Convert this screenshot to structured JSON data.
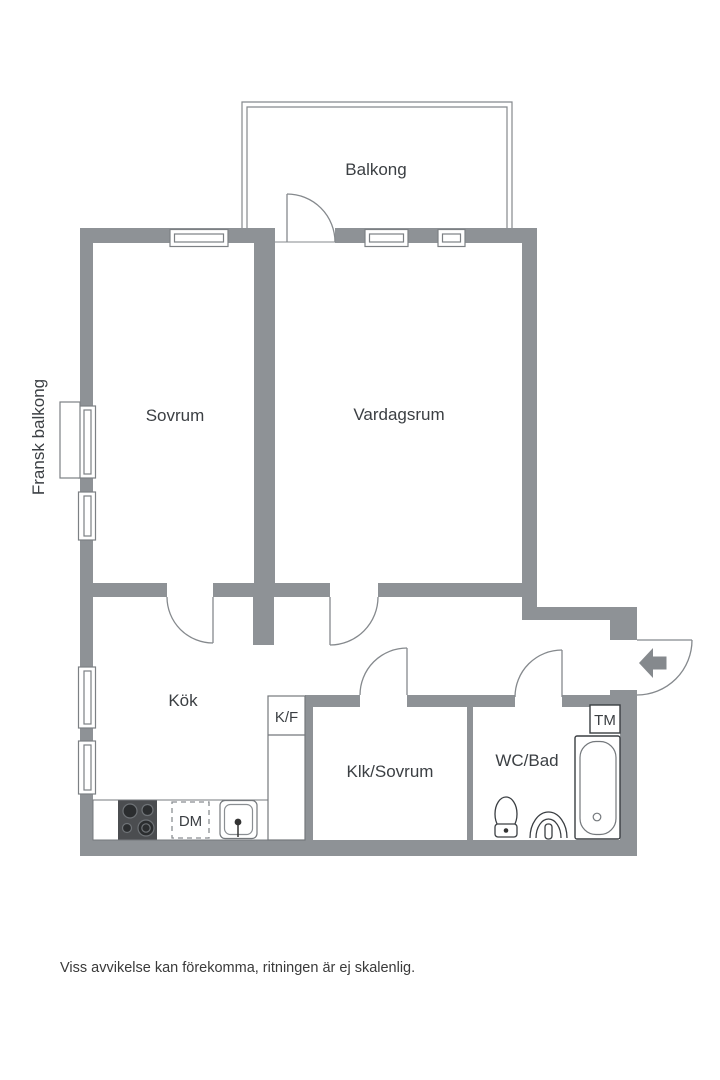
{
  "colors": {
    "background": "#ffffff",
    "wall": "#8e9296",
    "outline": "#85898d",
    "fixture_outline": "#3a3e42",
    "text": "#3b3f43",
    "stove": "#4b4d50",
    "burner": "#2b2d2f",
    "arrow": "#85898d"
  },
  "rooms": {
    "balcony": {
      "label": "Balkong"
    },
    "bedroom": {
      "label": "Sovrum"
    },
    "living_room": {
      "label": "Vardagsrum"
    },
    "kitchen": {
      "label": "Kök"
    },
    "closet_bedroom": {
      "label": "Klk/Sovrum"
    },
    "bathroom": {
      "label": "WC/Bad"
    },
    "french_balcony": {
      "label": "Fransk balkong"
    }
  },
  "appliances": {
    "fridge_freezer": {
      "label": "K/F"
    },
    "dishwasher": {
      "label": "DM"
    },
    "washing_machine": {
      "label": "TM"
    }
  },
  "footer": {
    "disclaimer": "Viss avvikelse kan förekomma, ritningen är ej skalenlig."
  }
}
